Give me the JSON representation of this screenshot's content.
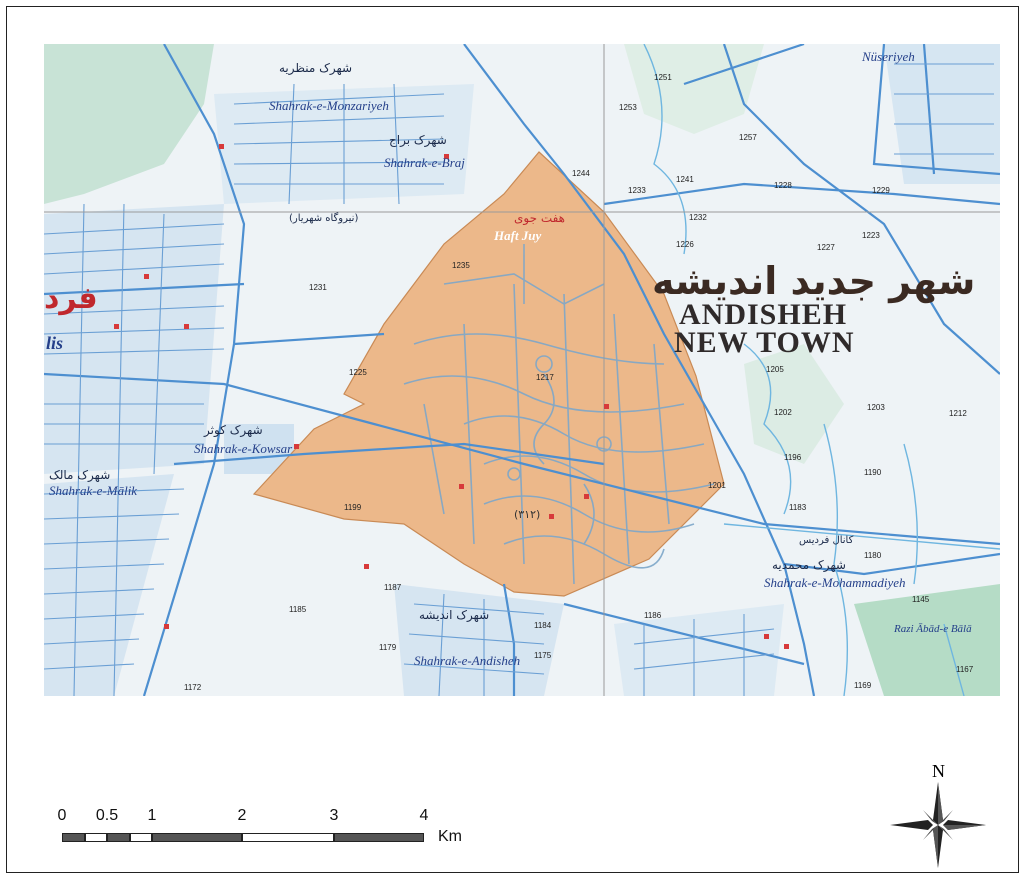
{
  "map": {
    "title_farsi": "شهر جدید اندیشه",
    "title_english_1": "ANDISHEH",
    "title_english_2": "NEW TOWN",
    "places": [
      {
        "id": "nuseriyeh",
        "text": "Nüseriyeh"
      },
      {
        "id": "monazeriyeh_fa",
        "text": "شهرک منظریه"
      },
      {
        "id": "monazeriyeh",
        "text": "Shahrak-e-Monzariyeh"
      },
      {
        "id": "baraj_fa",
        "text": "شهرک براج"
      },
      {
        "id": "baraj",
        "text": "Shahrak-e-Braj"
      },
      {
        "id": "haftjuy_fa",
        "text": "هفت جوی"
      },
      {
        "id": "haftjuy",
        "text": "Haft Juy"
      },
      {
        "id": "kowsar_fa",
        "text": "شهرک کوثر"
      },
      {
        "id": "kowsar",
        "text": "Shahrak-e-Kowsar"
      },
      {
        "id": "malek_fa",
        "text": "شهرک مالک"
      },
      {
        "id": "malik",
        "text": "Shahrak-e-Mālik"
      },
      {
        "id": "mohammadiyeh_fa",
        "text": "شهرک محمدیه"
      },
      {
        "id": "mohammadiyeh",
        "text": "Shahrak-e-Mohammadiyeh"
      },
      {
        "id": "andisheh_fa",
        "text": "شهرک اندیشه"
      },
      {
        "id": "andisheh_old",
        "text": "Shahrak-e-Andisheh"
      },
      {
        "id": "razi",
        "text": "Razi Ābād-e Bālā"
      },
      {
        "id": "fard",
        "text": "فرد"
      },
      {
        "id": "lis",
        "text": "lis"
      },
      {
        "id": "landfill",
        "text": "(نیروگاه شهریار)"
      },
      {
        "id": "canal",
        "text": "کانال فردیس"
      },
      {
        "id": "zone",
        "text": "(۳۱۲)"
      }
    ],
    "elevations": [
      "1251",
      "1253",
      "1257",
      "1244",
      "1241",
      "1233",
      "1232",
      "1228",
      "1229",
      "1226",
      "1227",
      "1223",
      "1235",
      "1231",
      "1225",
      "1217",
      "1205",
      "1202",
      "1203",
      "1212",
      "1199",
      "1201",
      "1196",
      "1190",
      "1183",
      "1180",
      "1187",
      "1185",
      "1184",
      "1186",
      "1175",
      "1179",
      "1172",
      "1169",
      "1167",
      "1145"
    ]
  },
  "scale": {
    "ticks": [
      "0",
      "0.5",
      "1",
      "2",
      "3",
      "4"
    ],
    "unit": "Km",
    "tick_values_km": [
      0,
      0.5,
      1,
      2,
      3,
      4
    ]
  },
  "north_arrow": {
    "label": "N"
  },
  "colors": {
    "town_fill": "#ecb88a",
    "road_blue": "#4d8fd0",
    "water": "#6fb6e0",
    "green": "#b5dcc6",
    "urban_fill": "#cfe1f0"
  }
}
